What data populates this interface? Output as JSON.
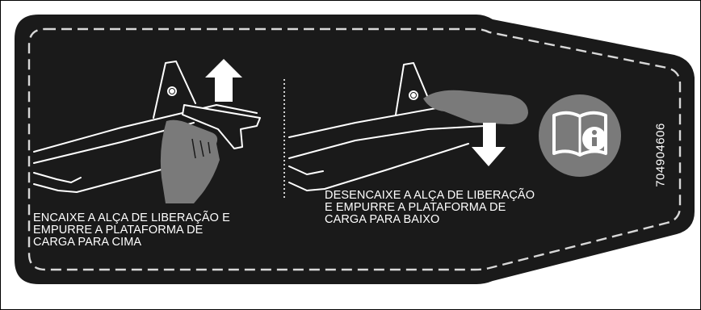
{
  "label": {
    "left_instruction": "ENCAIXE A ALÇA DE LIBERAÇÃO E\nEMPURRE A PLATAFORMA DE\nCARGA PARA CIMA",
    "right_instruction": "DESENCAIXE A ALÇA DE LIBERAÇÃO\nE EMPURRE A PLATAFORMA DE\nCARGA PARA BAIXO",
    "part_number": "704904606",
    "manual_icon": "read-manual-icon",
    "colors": {
      "label_bg": "#1a1a1a",
      "foreground": "#ffffff",
      "icon_circle": "#7a7a7a"
    }
  }
}
